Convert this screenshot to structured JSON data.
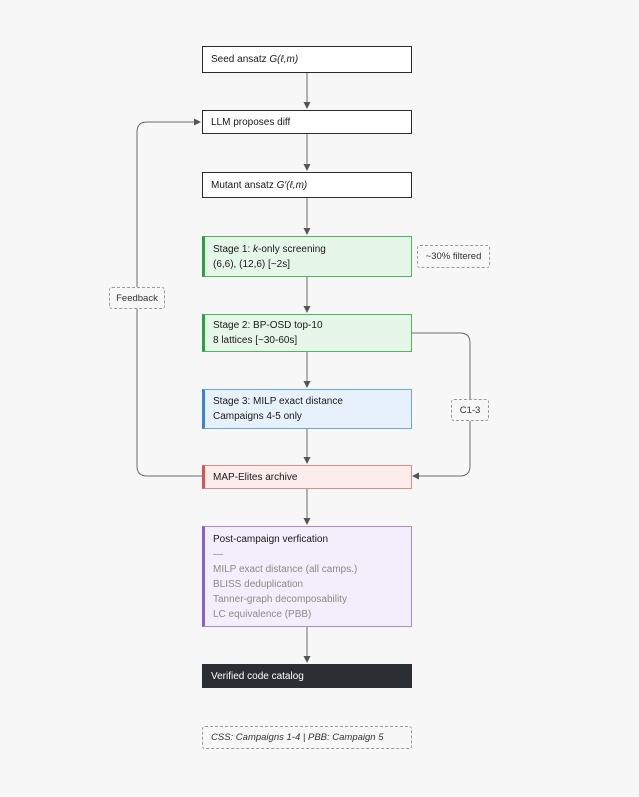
{
  "nodes": {
    "seed": {
      "text": "Seed ansatz ",
      "math": "G(ℓ,m)"
    },
    "llm": {
      "text": "LLM proposes diff"
    },
    "mutant": {
      "text": "Mutant ansatz ",
      "math": "G′(ℓ,m)"
    },
    "stage1": {
      "line1_pre": "Stage 1: ",
      "line1_k": "k",
      "line1_post": "-only screening",
      "line2": "(6,6), (12,6) [~2s]"
    },
    "stage2": {
      "line1": "Stage 2: BP-OSD top-10",
      "line2": "8 lattices [~30-60s]"
    },
    "stage3": {
      "line1": "Stage 3: MILP exact distance",
      "line2": "Campaigns 4-5 only"
    },
    "archive": {
      "text": "MAP-Elites archive"
    },
    "post": {
      "title": "Post-campaign verfication",
      "items": [
        "—",
        "MILP exact distance (all camps.)",
        "BLISS deduplication",
        "Tanner-graph decomposability",
        "LC equivalence (PBB)"
      ]
    },
    "catalog": {
      "text": "Verified code catalog"
    }
  },
  "labels": {
    "filtered": "~30% filtered",
    "feedback": "Feedback",
    "c13": "C1-3",
    "footnote": "CSS: Campaigns 1-4 | PBB: Campaign 5"
  }
}
